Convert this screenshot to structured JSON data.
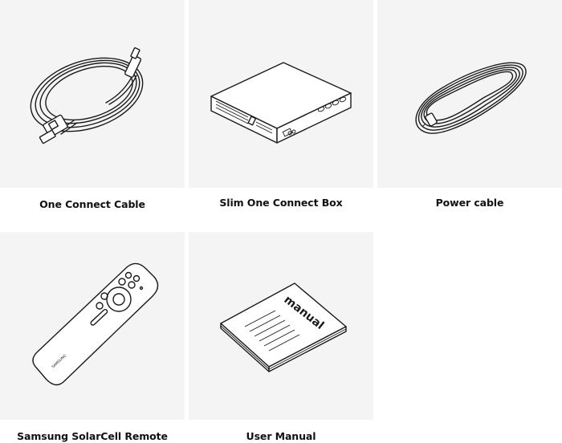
{
  "items": [
    {
      "label": "One Connect Cable",
      "icon": "cable-icon"
    },
    {
      "label": "Slim One Connect Box",
      "icon": "box-icon"
    },
    {
      "label": "Power cable",
      "icon": "coiled-cable-icon"
    },
    {
      "label": "Samsung SolarCell Remote",
      "icon": "remote-icon"
    },
    {
      "label": "User Manual",
      "icon": "manual-icon"
    }
  ],
  "manual_cover_text": "manual",
  "remote_brand_text": "SAMSUNG",
  "colors": {
    "tile_background": "#f4f4f4",
    "line": "#1a1a1a",
    "text": "#111111"
  }
}
